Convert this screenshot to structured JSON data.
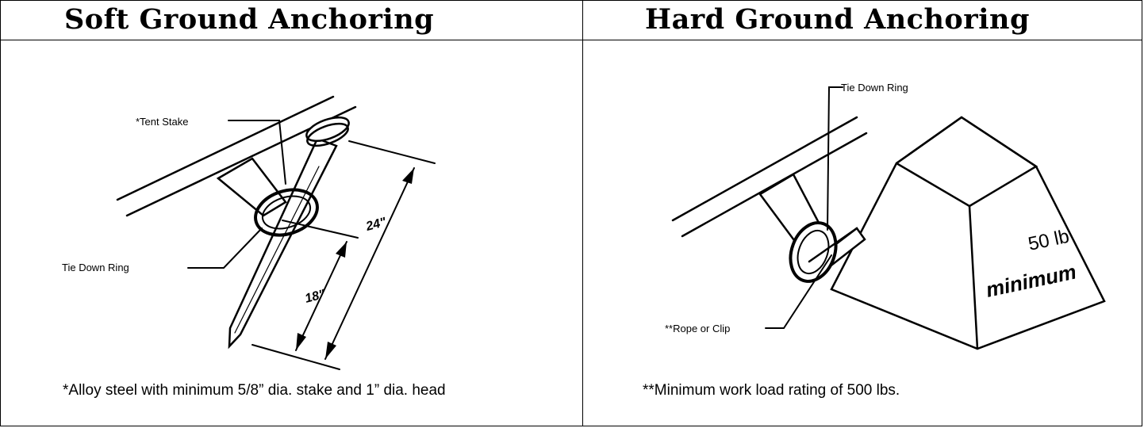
{
  "left_panel": {
    "title": "Soft Ground Anchoring",
    "labels": {
      "tent_stake": "*Tent Stake",
      "tie_down_ring": "Tie Down Ring",
      "dim_24": "24\"",
      "dim_18": "18\""
    },
    "caption": "*Alloy steel with minimum 5/8” dia. stake and 1” dia. head"
  },
  "right_panel": {
    "title": "Hard Ground Anchoring",
    "labels": {
      "tie_down_ring": "Tie Down Ring",
      "rope_or_clip": "**Rope or Clip",
      "weight_value": "50 lb",
      "weight_minimum": "minimum"
    },
    "caption": "**Minimum work load rating of 500 lbs."
  }
}
